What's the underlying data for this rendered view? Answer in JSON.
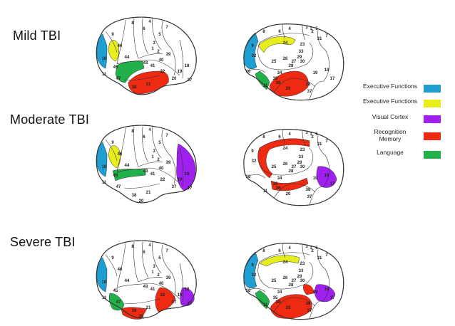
{
  "rows": [
    {
      "title": "Mild TBI",
      "lateral": {
        "labels": [
          "8",
          "4",
          "6",
          "9",
          "7",
          "5",
          "3",
          "1",
          "2",
          "46",
          "39",
          "44",
          "40",
          "10",
          "45",
          "43",
          "41",
          "22",
          "11",
          "47",
          "38",
          "21",
          "18",
          "19",
          "37",
          "20"
        ]
      },
      "medial": {
        "labels": [
          "8",
          "4",
          "6",
          "3",
          "1",
          "5",
          "2",
          "31",
          "7",
          "24",
          "9",
          "23",
          "33",
          "32",
          "26",
          "29",
          "25",
          "27",
          "30",
          "28",
          "10",
          "34",
          "35",
          "36",
          "19",
          "18",
          "17",
          "11",
          "38",
          "37",
          "20"
        ]
      }
    },
    {
      "title": "Moderate TBI",
      "lateral": {
        "labels": [
          "8",
          "4",
          "6",
          "9",
          "7",
          "5",
          "3",
          "1",
          "2",
          "46",
          "39",
          "44",
          "40",
          "10",
          "45",
          "43",
          "41",
          "22",
          "11",
          "47",
          "38",
          "21",
          "18",
          "19",
          "17",
          "37",
          "20"
        ]
      },
      "medial": {
        "labels": [
          "8",
          "4",
          "6",
          "3",
          "1",
          "5",
          "2",
          "31",
          "7",
          "24",
          "9",
          "23",
          "33",
          "32",
          "26",
          "29",
          "25",
          "27",
          "30",
          "28",
          "10",
          "34",
          "35",
          "36",
          "19",
          "18",
          "17",
          "11",
          "38",
          "37",
          "20"
        ]
      }
    },
    {
      "title": "Severe TBI",
      "lateral": {
        "labels": [
          "8",
          "4",
          "6",
          "9",
          "7",
          "5",
          "3",
          "1",
          "2",
          "46",
          "39",
          "44",
          "40",
          "10",
          "45",
          "43",
          "41",
          "22",
          "11",
          "47",
          "38",
          "21",
          "18",
          "19",
          "17",
          "37",
          "20"
        ]
      },
      "medial": {
        "labels": [
          "8",
          "4",
          "6",
          "3",
          "1",
          "5",
          "2",
          "31",
          "7",
          "24",
          "9",
          "23",
          "33",
          "32",
          "26",
          "29",
          "25",
          "27",
          "30",
          "28",
          "10",
          "34",
          "35",
          "36",
          "19",
          "18",
          "17",
          "11",
          "38",
          "37",
          "20"
        ]
      }
    }
  ],
  "legend": [
    {
      "label": "Executive Functions",
      "color": "#1f9ed1"
    },
    {
      "label": "Executive Functions",
      "color": "#e8ee1c"
    },
    {
      "label": "Visual Cortex",
      "color": "#a020f0"
    },
    {
      "label": "Recognition\nMemory",
      "color": "#ee2a12"
    },
    {
      "label": "Language",
      "color": "#22b04a"
    }
  ],
  "colors": {
    "outline": "#333333",
    "fill": "#ffffff",
    "exec_blue": "#1f9ed1",
    "exec_yellow": "#e8ee1c",
    "visual": "#a020f0",
    "memory": "#ee2a12",
    "language": "#22b04a"
  }
}
